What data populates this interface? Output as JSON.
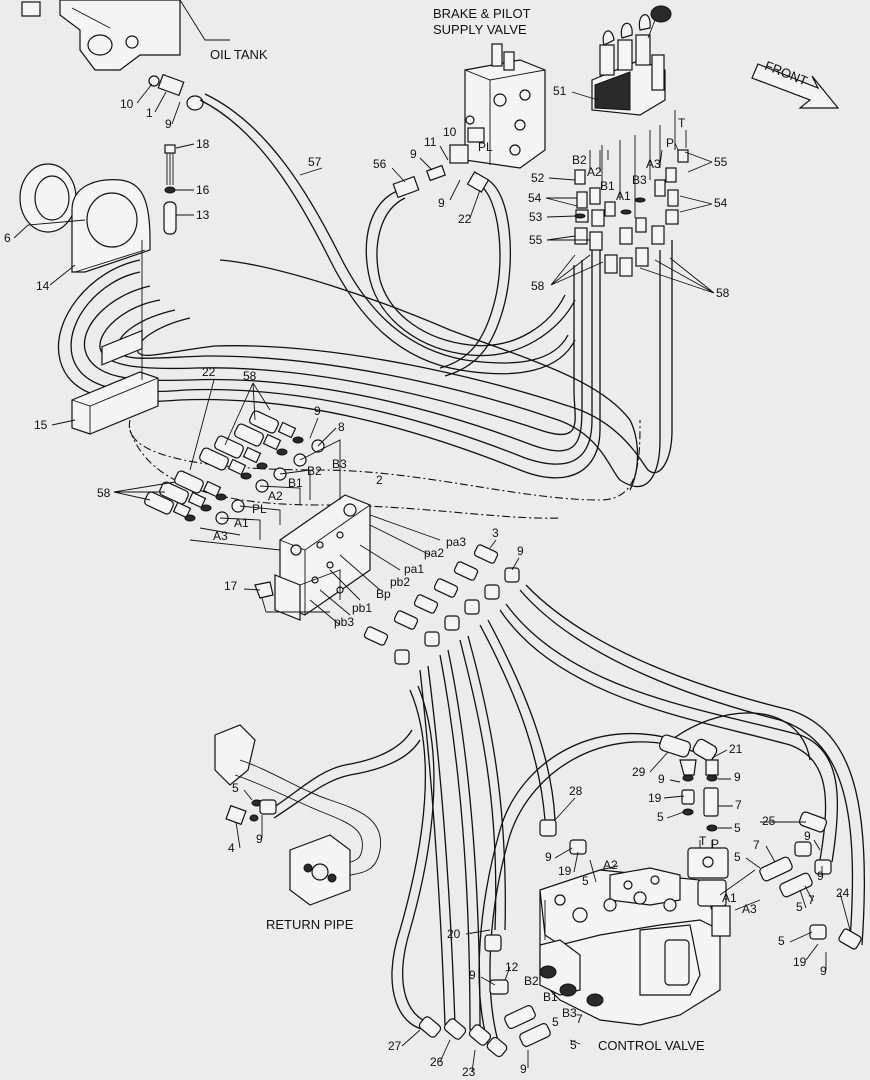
{
  "captions": {
    "oil_tank": "OIL TANK",
    "brake_pilot_line1": "BRAKE & PILOT",
    "brake_pilot_line2": "SUPPLY VALVE",
    "front": "FRONT",
    "return_pipe": "RETURN PIPE",
    "control_valve": "CONTROL VALVE"
  },
  "labels": {
    "l10a": "10",
    "l1": "1",
    "l9a": "9",
    "l18": "18",
    "l16": "16",
    "l13": "13",
    "l6": "6",
    "l14": "14",
    "l57": "57",
    "l56": "56",
    "l11": "11",
    "l10b": "10",
    "l9b": "9",
    "l9c": "9",
    "lPL": "PL",
    "l22a": "22",
    "l51": "51",
    "lT1": "T",
    "lP1": "P",
    "lB2a": "B2",
    "lA2a": "A2",
    "lA3a": "A3",
    "l55a": "55",
    "l52": "52",
    "lB1a": "B1",
    "lB3a": "B3",
    "l54a": "54",
    "lA1a": "A1",
    "l54b": "54",
    "l53": "53",
    "l55b": "55",
    "l58a": "58",
    "l58b": "58",
    "l15": "15",
    "l22b": "22",
    "l58c": "58",
    "l9d": "9",
    "l8": "8",
    "lB2b": "B2",
    "lB3b": "B3",
    "lB1b": "B1",
    "lA2b": "A2",
    "l2": "2",
    "l58d": "58",
    "lPLb": "PL",
    "lA1b": "A1",
    "lA3b": "A3",
    "lpa3": "pa3",
    "lpa2": "pa2",
    "lpa1": "pa1",
    "lBp": "Bp",
    "lpb2": "pb2",
    "lpb1": "pb1",
    "lpb3": "pb3",
    "l3": "3",
    "l9e": "9",
    "l17": "17",
    "l21": "21",
    "l29": "29",
    "l9f": "9",
    "l9g": "9",
    "l19a": "19",
    "l7a": "7",
    "l5a": "5",
    "l5b": "5",
    "l25": "25",
    "lT2": "T",
    "lP2": "P",
    "l5c": "5",
    "l4": "4",
    "l9h": "9",
    "l28": "28",
    "l9i": "9",
    "l19b": "19",
    "lA2c": "A2",
    "l5d": "5",
    "l5e": "5",
    "l7b": "7",
    "l9j": "9",
    "l9k": "9",
    "l24": "24",
    "lA1c": "A1",
    "lA3c": "A3",
    "l5f": "5",
    "l7c": "7",
    "l5g": "5",
    "l19c": "19",
    "l9l": "9",
    "l20": "20",
    "l9m": "9",
    "l12": "12",
    "lB2c": "B2",
    "lB1c": "B1",
    "lB3c": "B3",
    "l5h": "5",
    "l7d": "7",
    "l5i": "5",
    "l27": "27",
    "l26": "26",
    "l23": "23",
    "l9n": "9"
  }
}
